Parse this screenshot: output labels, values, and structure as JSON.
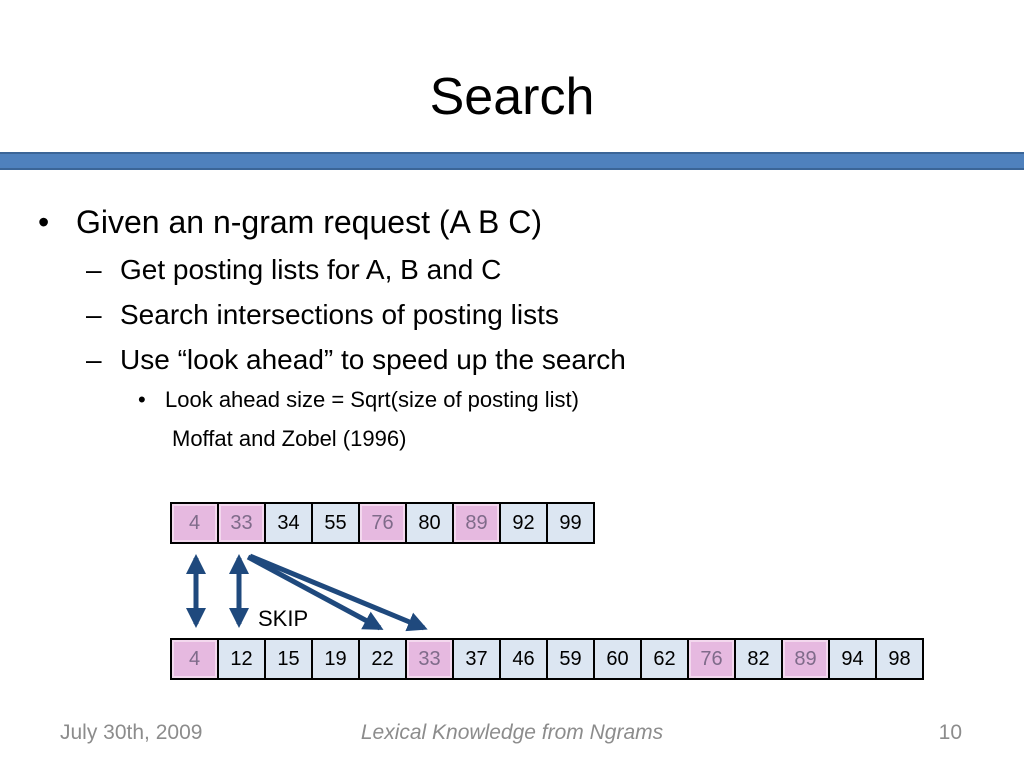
{
  "slide": {
    "title": "Search",
    "bullets": {
      "main": "Given an n-gram request (A B C)",
      "sub": [
        "Get posting lists for A, B and C",
        "Search intersections of posting lists",
        "Use “look ahead” to speed up the search"
      ],
      "subsub": "Look ahead size = Sqrt(size of posting list)",
      "citation": "Moffat and Zobel (1996)"
    },
    "bullet_glyphs": {
      "l1": "•",
      "l2": "–",
      "l3": "•"
    },
    "posting_list_1": [
      "4",
      "33",
      "34",
      "55",
      "76",
      "80",
      "89",
      "92",
      "99"
    ],
    "posting_list_2": [
      "4",
      "12",
      "15",
      "19",
      "22",
      "33",
      "37",
      "46",
      "59",
      "60",
      "62",
      "76",
      "82",
      "89",
      "94",
      "98"
    ],
    "matches": [
      "4",
      "33",
      "76",
      "89"
    ],
    "skip_label": "SKIP",
    "colors": {
      "rule": "#4f81bd",
      "cell": "#dce6f2",
      "match": "#e6b9e0",
      "arrow": "#1f497d"
    }
  },
  "footer": {
    "date": "July 30th, 2009",
    "title": "Lexical Knowledge from Ngrams",
    "page": "10"
  }
}
